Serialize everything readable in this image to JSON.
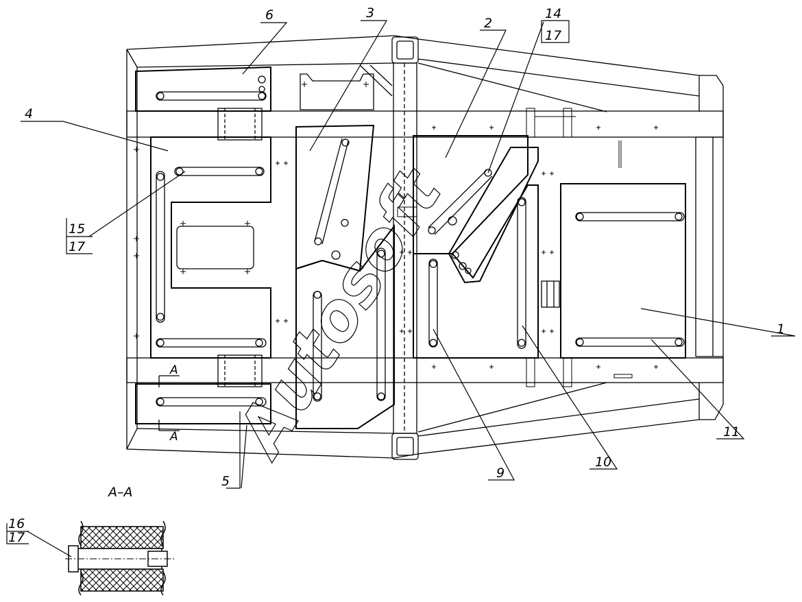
{
  "watermark": "Autosoft",
  "section": {
    "title": "A–A",
    "mark_top": "A",
    "mark_bottom": "A"
  },
  "callouts": {
    "c1": "1",
    "c2": "2",
    "c3": "3",
    "c4": "4",
    "c5": "5",
    "c6": "6",
    "c9": "9",
    "c10": "10",
    "c11": "11",
    "c14": "14",
    "c14_sub": "17",
    "c15": "15",
    "c15_sub": "17",
    "c16": "16",
    "c16_sub": "17"
  }
}
